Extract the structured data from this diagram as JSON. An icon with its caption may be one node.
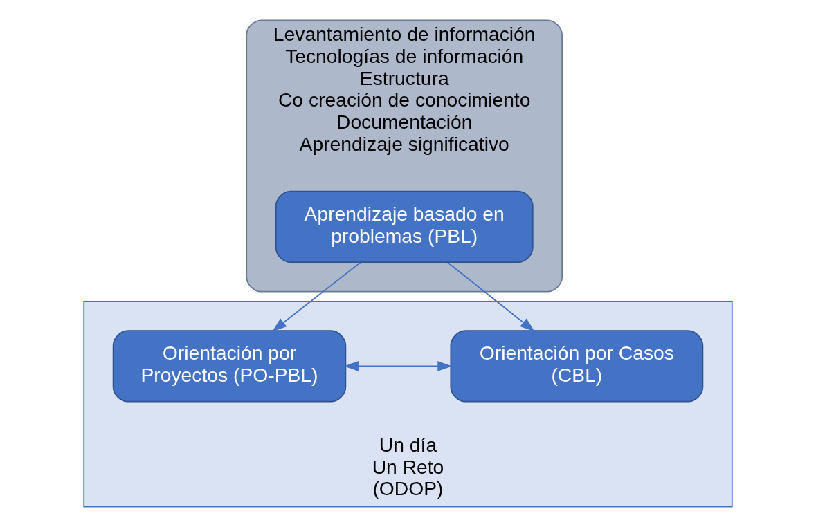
{
  "diagram": {
    "nodes": [
      {
        "text": [
          "Levantamiento de información",
          "Tecnologías de información",
          "Estructura",
          "Co creación de conocimiento",
          "Documentación",
          "Aprendizaje significativo"
        ]
      },
      {
        "text": [
          "Aprendizaje basado en problemas (PBL)"
        ],
        "in": 0
      },
      {
        "text": [
          "Un día Un Reto (ODOP)"
        ]
      },
      {
        "text": [
          "Orientación por Proyectos (PO-PBL)"
        ],
        "in": 2
      },
      {
        "text": [
          "Orientación por Casos (CBL)"
        ],
        "in": 2
      }
    ],
    "edges": [
      {
        "from": 1,
        "to": 3,
        "arrow": "to"
      },
      {
        "from": 1,
        "to": 4,
        "arrow": "to"
      },
      {
        "from": 3,
        "to": 4,
        "arrow": "both"
      }
    ]
  }
}
